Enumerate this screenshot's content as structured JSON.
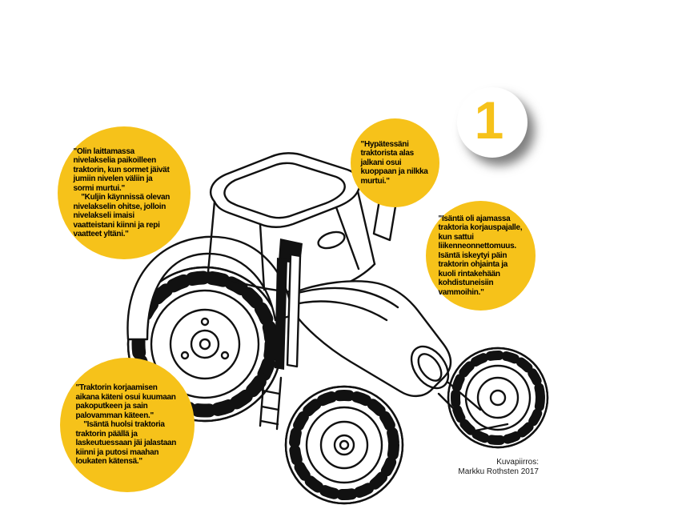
{
  "colors": {
    "accent_yellow": "#F6C21A",
    "ink": "#111111"
  },
  "badge": {
    "number": "1"
  },
  "bubbles": [
    {
      "text": "\"Olin laittamassa nivelakselia paikoilleen traktorin, kun sormet jäivät jumiin nivelen väliin ja sormi murtui.\"\n \"Kuljin käynnissä olevan nivelakselin ohitse, jolloin nivelakseli imaisi vaatteistani kiinni ja repi vaatteet yltäni.\""
    },
    {
      "text": "\"Hypätessäni traktorista alas jalkani osui kuoppaan ja nilkka murtui.\""
    },
    {
      "text": "\"Isäntä oli ajamassa traktoria korjauspajalle, kun sattui liikenneonnettomuus. Isäntä iskeytyi päin traktorin ohjainta ja kuoli rintakehään kohdistuneisiin vammoihin.\""
    },
    {
      "text": "\"Traktorin korjaamisen aikana käteni osui kuumaan pakoputkeen ja sain palovamman käteen.\"\n \"Isäntä huolsi traktoria traktorin päällä ja laskeutuessaan jäi jalastaan kiinni ja putosi maahan loukaten kätensä.\""
    }
  ],
  "credit": {
    "line1": "Kuvapiirros:",
    "line2": "Markku Rothsten 2017"
  }
}
